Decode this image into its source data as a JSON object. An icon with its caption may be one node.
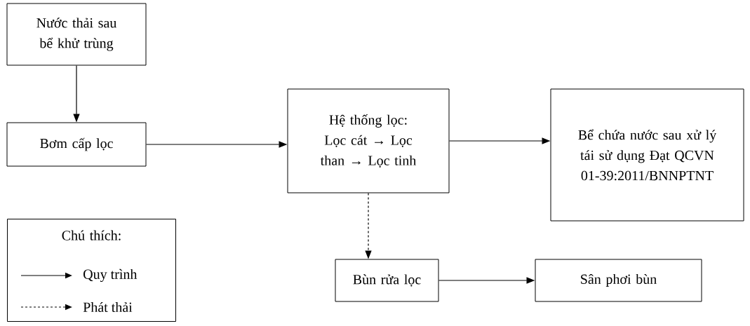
{
  "diagram": {
    "nodes": [
      {
        "text": [
          "Nước thải sau bể khử trùng"
        ]
      },
      {
        "text": [
          "Bơm cấp lọc"
        ]
      },
      {
        "text": [
          "Hệ thống lọc: Lọc cát → Lọc than → Lọc tinh"
        ]
      },
      {
        "text": [
          "Bể chứa nước sau xử lý tái sử dụng Đạt QCVN 01-39:2011/BNNPTNT"
        ]
      },
      {
        "text": [
          "Bùn rửa lọc"
        ]
      },
      {
        "text": [
          "Sân phơi bùn"
        ]
      },
      {
        "text": [
          "Chú thích:"
        ]
      }
    ],
    "edges": [
      {
        "from": 0,
        "to": 1,
        "arrow": "to"
      },
      {
        "from": 1,
        "to": 2,
        "arrow": "to"
      },
      {
        "from": 2,
        "to": 3,
        "arrow": "to"
      },
      {
        "from": 2,
        "to": 4,
        "arrow": "to",
        "style": "dashed"
      },
      {
        "from": 4,
        "to": 5,
        "arrow": "to"
      }
    ],
    "legend": [
      {
        "text": "Quy trình"
      },
      {
        "text": "Phát thải"
      }
    ]
  }
}
